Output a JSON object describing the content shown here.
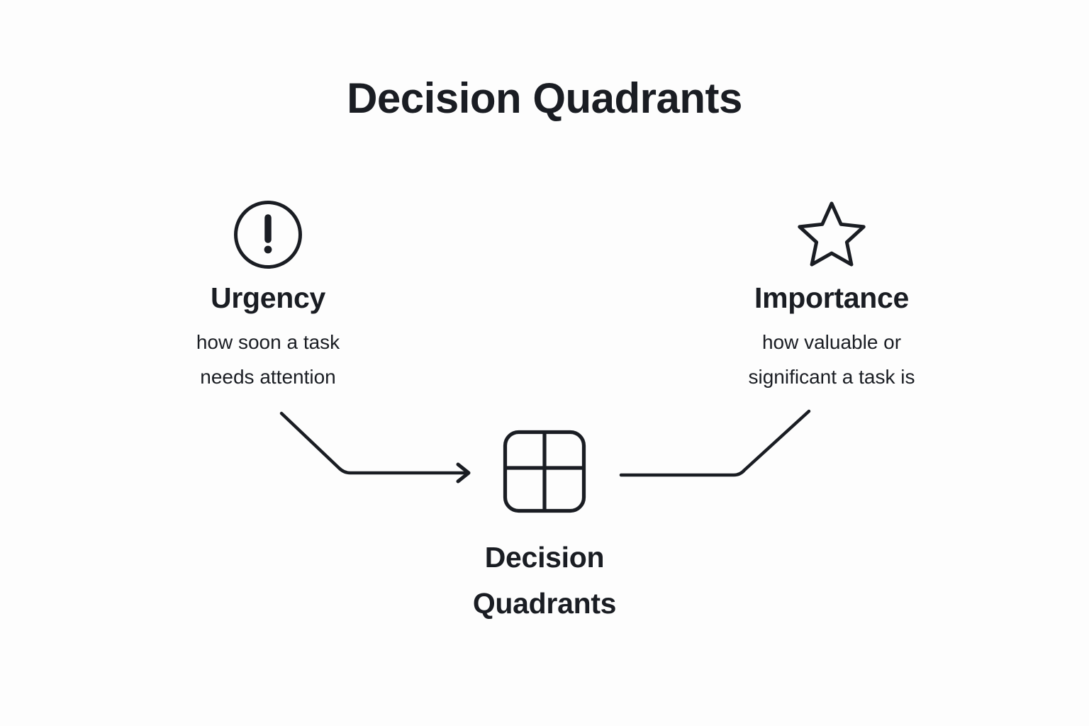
{
  "page": {
    "title": "Decision Quadrants",
    "background_color": "#fdfdfd",
    "ink_color": "#1a1d23"
  },
  "diagram": {
    "type": "concept-map",
    "branches": [
      {
        "id": "urgency",
        "icon": "alert-circle-icon",
        "title": "Urgency",
        "desc_line1": "how soon a task",
        "desc_line2": "needs attention",
        "connector": "elbow-arrow-down-right"
      },
      {
        "id": "importance",
        "icon": "star-icon",
        "title": "Importance",
        "desc_line1": "how valuable or",
        "desc_line2": "significant a task is",
        "connector": "elbow-line-up-right"
      }
    ],
    "center": {
      "id": "decision-quadrants",
      "icon": "quadrant-grid-icon",
      "title_line1": "Decision",
      "title_line2": "Quadrants"
    }
  }
}
